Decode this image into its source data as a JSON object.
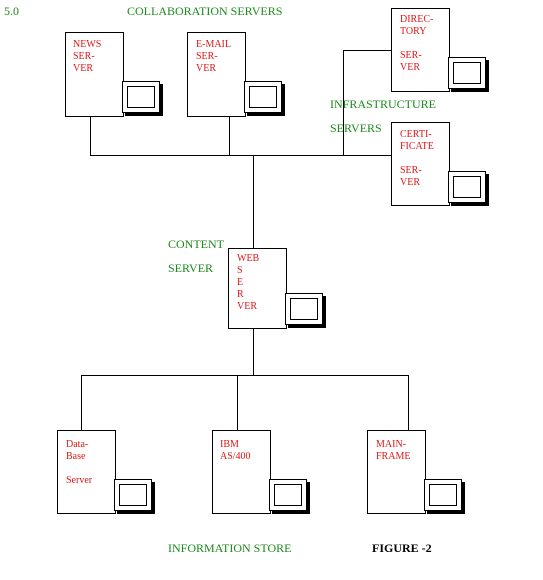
{
  "section_number": "5.0",
  "groups": {
    "collaboration": "COLLABORATION SERVERS",
    "infrastructure_line1": "INFRASTRUCTURE",
    "infrastructure_line2": "SERVERS",
    "content_line1": "CONTENT",
    "content_line2": "SERVER",
    "information_store": "INFORMATION STORE"
  },
  "figure_label": "FIGURE -2",
  "servers": {
    "news": "NEWS\nSER-\nVER",
    "email": "E-MAIL\nSER-\nVER",
    "directory": "DIREC-\nTORY\n\nSER-\nVER",
    "certificate": "CERTI-\nFICATE\n\nSER-\nVER",
    "web": "WEB\nS\nE\nR\nVER",
    "database": "Data-\nBase\n\nServer",
    "ibm": "IBM\nAS/400",
    "mainframe": "MAIN-\nFRAME"
  }
}
